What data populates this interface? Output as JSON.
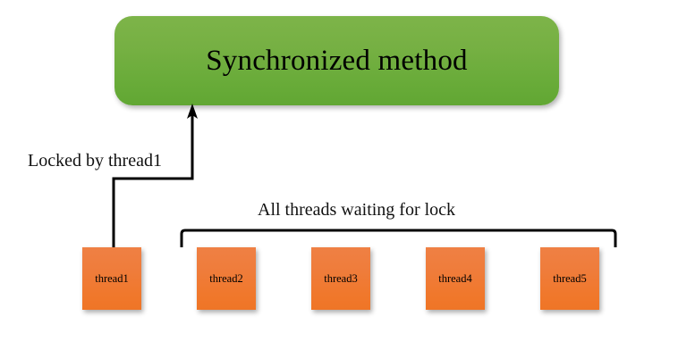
{
  "diagram": {
    "title_box": {
      "label": "Synchronized method",
      "fill_top": "#7db449",
      "fill_bottom": "#61a733",
      "shape": "rounded-rectangle"
    },
    "annotations": [
      {
        "id": "locked-by",
        "text": "Locked by thread1"
      },
      {
        "id": "waiting-for-lock",
        "text": "All threads waiting for lock"
      }
    ],
    "threads": [
      {
        "id": "thread1",
        "label": "thread1",
        "state": "holds-lock"
      },
      {
        "id": "thread2",
        "label": "thread2",
        "state": "waiting"
      },
      {
        "id": "thread3",
        "label": "thread3",
        "state": "waiting"
      },
      {
        "id": "thread4",
        "label": "thread4",
        "state": "waiting"
      },
      {
        "id": "thread5",
        "label": "thread5",
        "state": "waiting"
      }
    ],
    "thread_box_color_top": "#ef8044",
    "thread_box_color_bottom": "#ef7526",
    "line_color": "#000000",
    "background": "#ffffff"
  }
}
